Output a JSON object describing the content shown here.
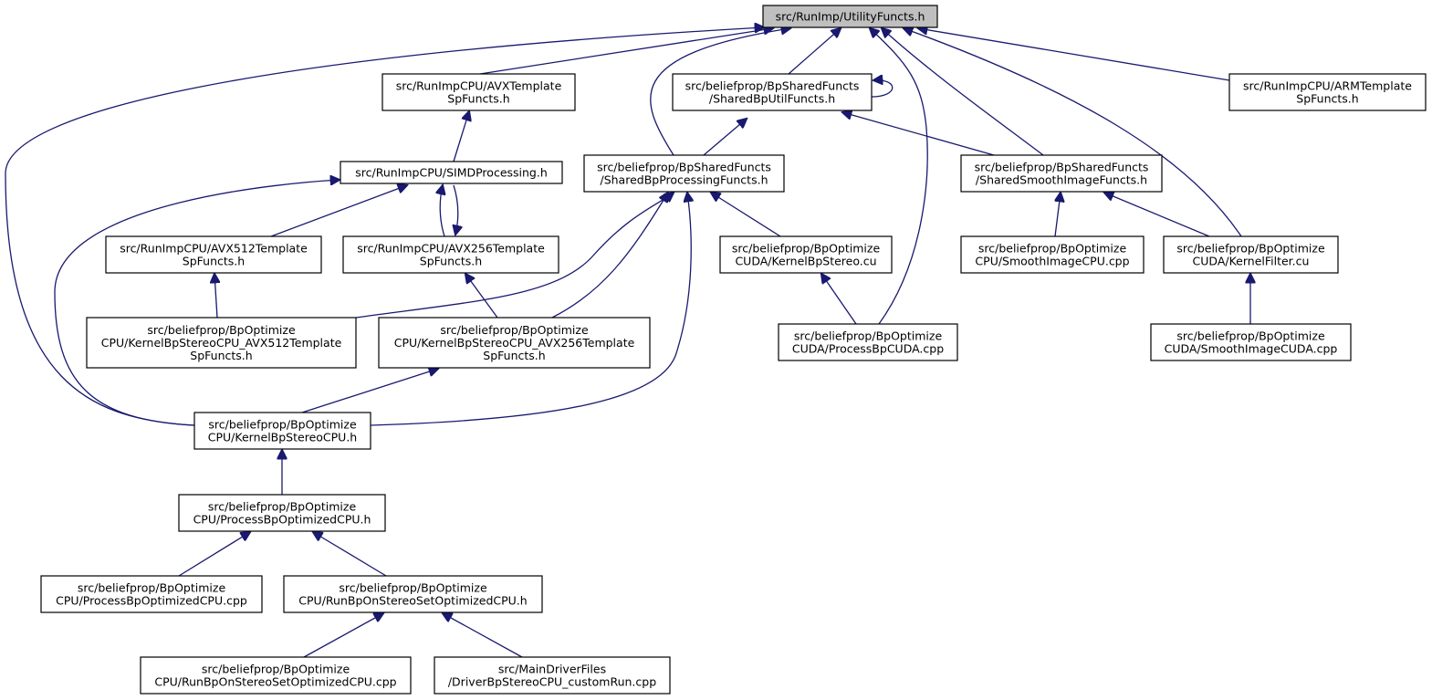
{
  "graph": {
    "type": "include-dependency-graph",
    "edge_color": "#191970",
    "root_fill": "#bfbfbf",
    "nodes": [
      {
        "id": "root",
        "lines": [
          "src/RunImp/UtilityFuncts.h"
        ],
        "root": true
      },
      {
        "id": "avx_tmpl",
        "lines": [
          "src/RunImpCPU/AVXTemplate",
          "SpFuncts.h"
        ]
      },
      {
        "id": "bp_util",
        "lines": [
          "src/beliefprop/BpSharedFuncts",
          "/SharedBpUtilFuncts.h"
        ]
      },
      {
        "id": "arm_tmpl",
        "lines": [
          "src/RunImpCPU/ARMTemplate",
          "SpFuncts.h"
        ]
      },
      {
        "id": "simd",
        "lines": [
          "src/RunImpCPU/SIMDProcessing.h"
        ]
      },
      {
        "id": "bp_proc",
        "lines": [
          "src/beliefprop/BpSharedFuncts",
          "/SharedBpProcessingFuncts.h"
        ]
      },
      {
        "id": "bp_smooth",
        "lines": [
          "src/beliefprop/BpSharedFuncts",
          "/SharedSmoothImageFuncts.h"
        ]
      },
      {
        "id": "avx512",
        "lines": [
          "src/RunImpCPU/AVX512Template",
          "SpFuncts.h"
        ]
      },
      {
        "id": "avx256",
        "lines": [
          "src/RunImpCPU/AVX256Template",
          "SpFuncts.h"
        ]
      },
      {
        "id": "kernel_cu",
        "lines": [
          "src/beliefprop/BpOptimize",
          "CUDA/KernelBpStereo.cu"
        ]
      },
      {
        "id": "smooth_cpu",
        "lines": [
          "src/beliefprop/BpOptimize",
          "CPU/SmoothImageCPU.cpp"
        ]
      },
      {
        "id": "kfilter_cu",
        "lines": [
          "src/beliefprop/BpOptimize",
          "CUDA/KernelFilter.cu"
        ]
      },
      {
        "id": "k_avx512",
        "lines": [
          "src/beliefprop/BpOptimize",
          "CPU/KernelBpStereoCPU_AVX512Template",
          "SpFuncts.h"
        ]
      },
      {
        "id": "k_avx256",
        "lines": [
          "src/beliefprop/BpOptimize",
          "CPU/KernelBpStereoCPU_AVX256Template",
          "SpFuncts.h"
        ]
      },
      {
        "id": "proc_cuda",
        "lines": [
          "src/beliefprop/BpOptimize",
          "CUDA/ProcessBpCUDA.cpp"
        ]
      },
      {
        "id": "smooth_cuda",
        "lines": [
          "src/beliefprop/BpOptimize",
          "CUDA/SmoothImageCUDA.cpp"
        ]
      },
      {
        "id": "kcpu_h",
        "lines": [
          "src/beliefprop/BpOptimize",
          "CPU/KernelBpStereoCPU.h"
        ]
      },
      {
        "id": "proc_opt_h",
        "lines": [
          "src/beliefprop/BpOptimize",
          "CPU/ProcessBpOptimizedCPU.h"
        ]
      },
      {
        "id": "proc_opt_cpp",
        "lines": [
          "src/beliefprop/BpOptimize",
          "CPU/ProcessBpOptimizedCPU.cpp"
        ]
      },
      {
        "id": "run_opt_h",
        "lines": [
          "src/beliefprop/BpOptimize",
          "CPU/RunBpOnStereoSetOptimizedCPU.h"
        ]
      },
      {
        "id": "run_opt_cpp",
        "lines": [
          "src/beliefprop/BpOptimize",
          "CPU/RunBpOnStereoSetOptimizedCPU.cpp"
        ]
      },
      {
        "id": "driver",
        "lines": [
          "src/MainDriverFiles",
          "/DriverBpStereoCPU_customRun.cpp"
        ]
      }
    ],
    "edges": [
      {
        "from": "avx_tmpl",
        "to": "root"
      },
      {
        "from": "bp_util",
        "to": "root"
      },
      {
        "from": "arm_tmpl",
        "to": "root"
      },
      {
        "from": "bp_proc",
        "to": "root"
      },
      {
        "from": "bp_smooth",
        "to": "root"
      },
      {
        "from": "kfilter_cu",
        "to": "root"
      },
      {
        "from": "proc_cuda",
        "to": "root"
      },
      {
        "from": "kcpu_h",
        "to": "root"
      },
      {
        "from": "bp_util",
        "to": "bp_util"
      },
      {
        "from": "bp_proc",
        "to": "bp_util"
      },
      {
        "from": "bp_smooth",
        "to": "bp_util"
      },
      {
        "from": "simd",
        "to": "avx_tmpl"
      },
      {
        "from": "avx512",
        "to": "simd"
      },
      {
        "from": "avx256",
        "to": "simd"
      },
      {
        "from": "simd",
        "to": "avx256"
      },
      {
        "from": "kcpu_h",
        "to": "simd"
      },
      {
        "from": "kernel_cu",
        "to": "bp_proc"
      },
      {
        "from": "k_avx512",
        "to": "bp_proc"
      },
      {
        "from": "k_avx256",
        "to": "bp_proc"
      },
      {
        "from": "kcpu_h",
        "to": "bp_proc"
      },
      {
        "from": "smooth_cpu",
        "to": "bp_smooth"
      },
      {
        "from": "kfilter_cu",
        "to": "bp_smooth"
      },
      {
        "from": "k_avx512",
        "to": "avx512"
      },
      {
        "from": "k_avx256",
        "to": "avx256"
      },
      {
        "from": "proc_cuda",
        "to": "kernel_cu"
      },
      {
        "from": "smooth_cuda",
        "to": "kfilter_cu"
      },
      {
        "from": "kcpu_h",
        "to": "k_avx256"
      },
      {
        "from": "proc_opt_h",
        "to": "kcpu_h"
      },
      {
        "from": "proc_opt_cpp",
        "to": "proc_opt_h"
      },
      {
        "from": "run_opt_h",
        "to": "proc_opt_h"
      },
      {
        "from": "run_opt_cpp",
        "to": "run_opt_h"
      },
      {
        "from": "driver",
        "to": "run_opt_h"
      }
    ]
  }
}
